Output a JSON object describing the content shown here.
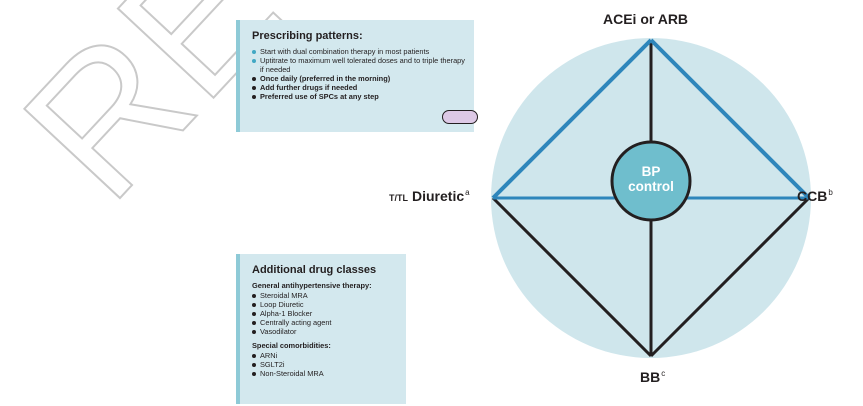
{
  "watermark": {
    "text": "RE"
  },
  "prescribing": {
    "title": "Prescribing patterns:",
    "items": [
      "Start with dual combination therapy in most patients",
      "Uptitrate to maximum well tolerated doses and to triple therapy if needed",
      "Once daily (preferred in the morning)",
      "Add further drugs if needed",
      "Preferred use of SPCs at any step"
    ]
  },
  "additional": {
    "title": "Additional drug classes",
    "general_heading": "General antihypertensive therapy:",
    "general_items": [
      "Steroidal MRA",
      "Loop Diuretic",
      "Alpha-1 Blocker",
      "Centrally acting agent",
      "Vasodilator"
    ],
    "special_heading": "Special comorbidities:",
    "special_items": [
      "ARNi",
      "SGLT2i",
      "Non-Steroidal MRA"
    ]
  },
  "diagram": {
    "center_line1": "BP",
    "center_line2": "control",
    "top_label": "ACEi or ARB",
    "right_label": "CCB",
    "right_sup": "b",
    "left_prefix": "T/TL",
    "left_label": "Diuretic",
    "left_sup": "a",
    "bottom_label": "BB",
    "bottom_sup": "c",
    "colors": {
      "outer_circle": "#cfe6ec",
      "center_circle": "#6fbecd",
      "blue_line": "#2e86bb",
      "black_line": "#231f20",
      "box_bg": "#d3e8ee",
      "pill": "#ddc9e6"
    }
  }
}
